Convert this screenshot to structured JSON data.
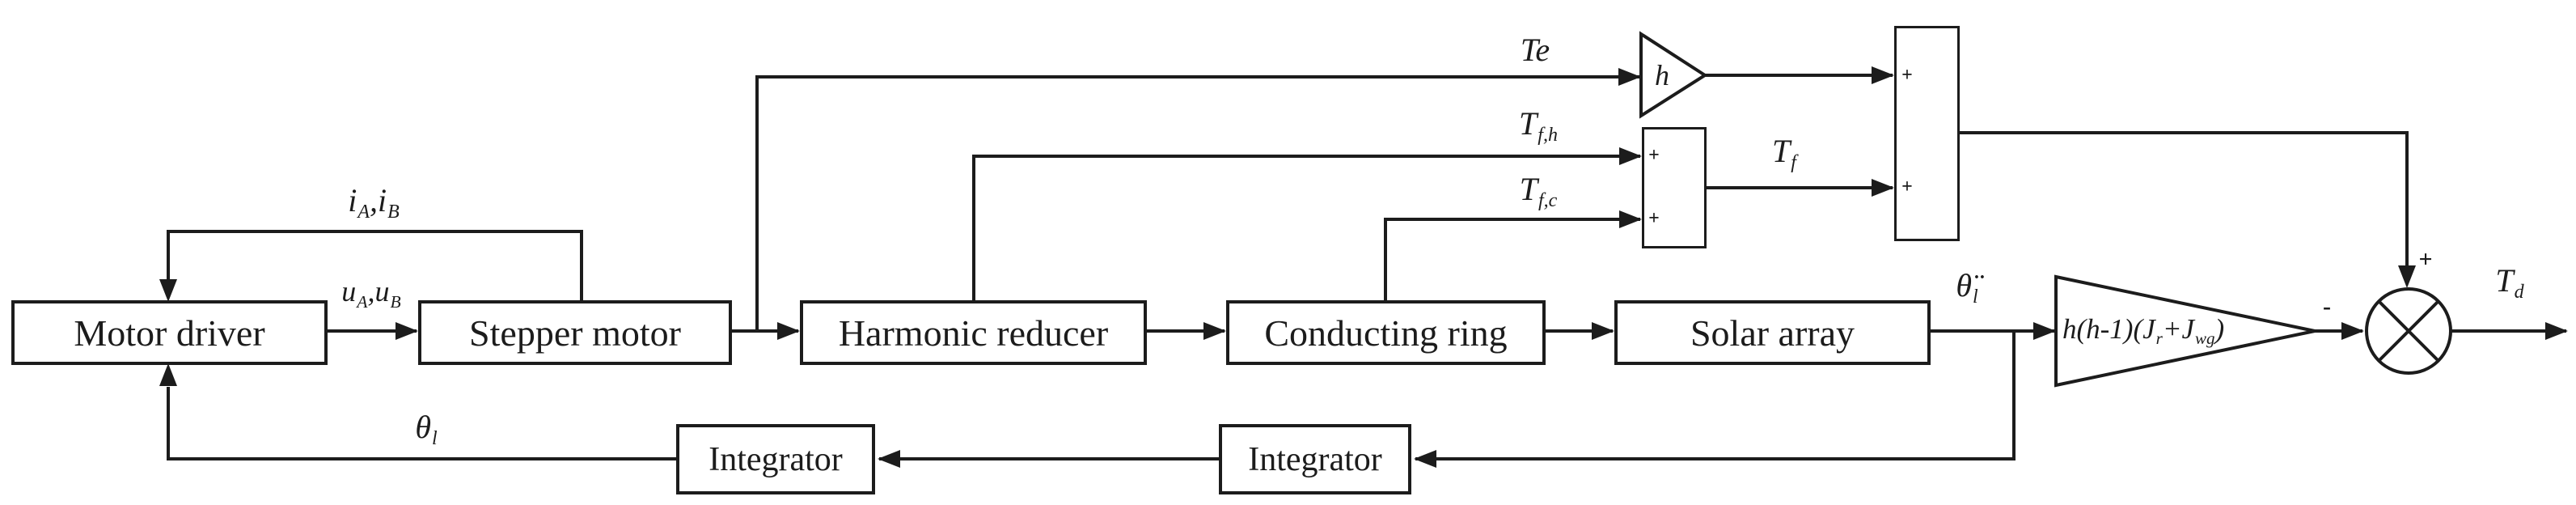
{
  "palette": {
    "ink": "#1c1c1c",
    "background": "#ffffff"
  },
  "blocks": {
    "motor_driver": "Motor driver",
    "stepper_motor": "Stepper motor",
    "harmonic_reducer": "Harmonic reducer",
    "conducting_ring": "Conducting ring",
    "solar_array": "Solar array",
    "integrator_left": "Integrator",
    "integrator_right": "Integrator"
  },
  "gains": {
    "h_gain": [
      {
        "t": "h"
      }
    ],
    "inertia_gain": [
      {
        "t": "h(h-1)(J"
      },
      {
        "t": "r",
        "sub": true
      },
      {
        "t": "+J"
      },
      {
        "t": "wg",
        "sub": true
      },
      {
        "t": ")"
      }
    ]
  },
  "signals": {
    "phase_currents": [
      {
        "t": "i"
      },
      {
        "t": "A",
        "sub": true
      },
      {
        "t": ",i"
      },
      {
        "t": "B",
        "sub": true
      }
    ],
    "phase_voltages": [
      {
        "t": "u"
      },
      {
        "t": "A",
        "sub": true
      },
      {
        "t": ",u"
      },
      {
        "t": "B",
        "sub": true
      }
    ],
    "Te": [
      {
        "t": "Te"
      }
    ],
    "Tfh": [
      {
        "t": "T"
      },
      {
        "t": "f,h",
        "sub": true
      }
    ],
    "Tfc": [
      {
        "t": "T"
      },
      {
        "t": "f,c",
        "sub": true
      }
    ],
    "Tf": [
      {
        "t": "T"
      },
      {
        "t": "f",
        "sub": true
      }
    ],
    "theta_accel_l": [
      {
        "t": "θ̈"
      },
      {
        "t": "l",
        "sub": true
      }
    ],
    "theta_l": [
      {
        "t": "θ"
      },
      {
        "t": "l",
        "sub": true
      }
    ],
    "Td": [
      {
        "t": "T"
      },
      {
        "t": "d",
        "sub": true
      }
    ]
  },
  "operators": {
    "sum_small_top": "+",
    "sum_small_bottom": "+",
    "sum_tall_top": "+",
    "sum_tall_bottom": "+",
    "junction_plus": "+",
    "junction_minus": "-"
  }
}
